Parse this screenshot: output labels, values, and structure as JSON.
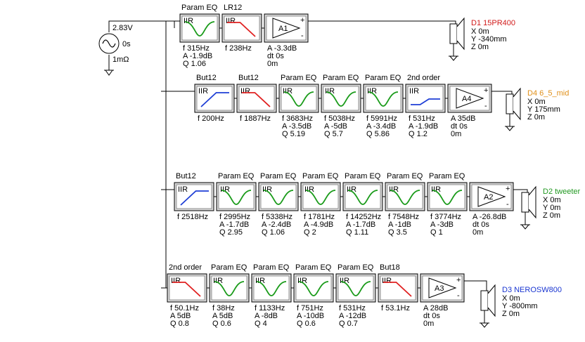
{
  "source": {
    "voltage": "2.83V",
    "delay": "0s",
    "resistance": "1mΩ"
  },
  "colors": {
    "wire": "#000000",
    "box_border": "#000000",
    "box_fill": "#d9d9d9",
    "inner_fill": "#ffffff",
    "curve_green": "#1a9b1a",
    "curve_red": "#e02020",
    "curve_blue": "#1f3fd6",
    "d1": "#d11a1a",
    "d4": "#e0901a",
    "d2": "#229922",
    "d3": "#1a36d1"
  },
  "rows": [
    {
      "id": "row1",
      "blocks": [
        {
          "type": "filter",
          "label": "Param EQ",
          "tag": "IIR",
          "curve": "peak",
          "color": "green",
          "params": [
            "f  315Hz",
            "A  -1.9dB",
            "Q  1.06"
          ]
        },
        {
          "type": "filter",
          "label": "LR12",
          "tag": "IIR",
          "curve": "lowpass",
          "color": "red",
          "params": [
            "f  238Hz"
          ]
        },
        {
          "type": "amp",
          "label": "",
          "tag": "A1",
          "params": [
            "A  -3.3dB",
            "dt 0s",
            "0m"
          ]
        }
      ],
      "driver": {
        "name": "D1 15PR400",
        "color": "d1",
        "coords": [
          "X 0m",
          "Y -340mm",
          "Z 0m"
        ]
      }
    },
    {
      "id": "row2",
      "blocks": [
        {
          "type": "filter",
          "label": "But12",
          "tag": "IIR",
          "curve": "highpass",
          "color": "blue",
          "params": [
            "f  200Hz"
          ]
        },
        {
          "type": "filter",
          "label": "But12",
          "tag": "IIR",
          "curve": "lowpass",
          "color": "red",
          "params": [
            "f  1887Hz"
          ]
        },
        {
          "type": "filter",
          "label": "Param EQ",
          "tag": "IIR",
          "curve": "peak",
          "color": "green",
          "params": [
            "f  3683Hz",
            "A  -3.5dB",
            "Q  5.19"
          ]
        },
        {
          "type": "filter",
          "label": "Param EQ",
          "tag": "IIR",
          "curve": "peak",
          "color": "green",
          "params": [
            "f  5038Hz",
            "A  -5dB",
            "Q  5.7"
          ]
        },
        {
          "type": "filter",
          "label": "Param EQ",
          "tag": "IIR",
          "curve": "peak",
          "color": "green",
          "params": [
            "f  5991Hz",
            "A  -3.4dB",
            "Q  5.86"
          ]
        },
        {
          "type": "filter",
          "label": "2nd order",
          "tag": "IIR",
          "curve": "allpass",
          "color": "blue",
          "params": [
            "f  531Hz",
            "A  -1.9dB",
            "Q  1.2"
          ]
        },
        {
          "type": "amp",
          "label": "",
          "tag": "A4",
          "params": [
            "A  35dB",
            "dt 0s",
            "0m"
          ]
        }
      ],
      "driver": {
        "name": "D4 6_5_mid",
        "color": "d4",
        "coords": [
          "X 0m",
          "Y 175mm",
          "Z 0m"
        ]
      }
    },
    {
      "id": "row3",
      "blocks": [
        {
          "type": "filter",
          "label": "But12",
          "tag": "IIR",
          "curve": "highpass",
          "color": "blue",
          "params": [
            "f  2518Hz"
          ]
        },
        {
          "type": "filter",
          "label": "Param EQ",
          "tag": "IIR",
          "curve": "peak",
          "color": "green",
          "params": [
            "f  2995Hz",
            "A  -1.7dB",
            "Q  2.95"
          ]
        },
        {
          "type": "filter",
          "label": "Param EQ",
          "tag": "IIR",
          "curve": "peak",
          "color": "green",
          "params": [
            "f  5338Hz",
            "A  -2.4dB",
            "Q  1.06"
          ]
        },
        {
          "type": "filter",
          "label": "Param EQ",
          "tag": "IIR",
          "curve": "peak",
          "color": "green",
          "params": [
            "f  1781Hz",
            "A  -4.9dB",
            "Q  2"
          ]
        },
        {
          "type": "filter",
          "label": "Param EQ",
          "tag": "IIR",
          "curve": "peak",
          "color": "green",
          "params": [
            "f  14252Hz",
            "A  -1.7dB",
            "Q  1.11"
          ]
        },
        {
          "type": "filter",
          "label": "Param EQ",
          "tag": "IIR",
          "curve": "peak",
          "color": "green",
          "params": [
            "f  7548Hz",
            "A  -1dB",
            "Q  3.5"
          ]
        },
        {
          "type": "filter",
          "label": "Param EQ",
          "tag": "IIR",
          "curve": "peak",
          "color": "green",
          "params": [
            "f  3774Hz",
            "A  -3dB",
            "Q  1"
          ]
        },
        {
          "type": "amp",
          "label": "",
          "tag": "A2",
          "params": [
            "A  -26.8dB",
            "dt 0s",
            "0m"
          ]
        }
      ],
      "driver": {
        "name": "D2 tweeter",
        "color": "d2",
        "coords": [
          "X 0m",
          "Y 0m",
          "Z 0m"
        ]
      }
    },
    {
      "id": "row4",
      "blocks": [
        {
          "type": "filter",
          "label": "2nd order",
          "tag": "IIR",
          "curve": "lowpass",
          "color": "red",
          "params": [
            "f  50.1Hz",
            "A  5dB",
            "Q  0.8"
          ]
        },
        {
          "type": "filter",
          "label": "Param EQ",
          "tag": "IIR",
          "curve": "peak",
          "color": "green",
          "params": [
            "f  38Hz",
            "A  5dB",
            "Q  0.6"
          ]
        },
        {
          "type": "filter",
          "label": "Param EQ",
          "tag": "IIR",
          "curve": "peak",
          "color": "green",
          "params": [
            "f  1133Hz",
            "A  -8dB",
            "Q  4"
          ]
        },
        {
          "type": "filter",
          "label": "Param EQ",
          "tag": "IIR",
          "curve": "peak",
          "color": "green",
          "params": [
            "f  751Hz",
            "A  -10dB",
            "Q  0.6"
          ]
        },
        {
          "type": "filter",
          "label": "Param EQ",
          "tag": "IIR",
          "curve": "peak",
          "color": "green",
          "params": [
            "f  531Hz",
            "A  -12dB",
            "Q  0.7"
          ]
        },
        {
          "type": "filter",
          "label": "But18",
          "tag": "IIR",
          "curve": "lowpass",
          "color": "red",
          "params": [
            "f  53.1Hz"
          ]
        },
        {
          "type": "amp",
          "label": "",
          "tag": "A3",
          "params": [
            "A  28dB",
            "dt 0s",
            "0m"
          ]
        }
      ],
      "driver": {
        "name": "D3 NEROSW800",
        "color": "d3",
        "coords": [
          "X 0m",
          "Y -800mm",
          "Z 0m"
        ]
      }
    }
  ]
}
